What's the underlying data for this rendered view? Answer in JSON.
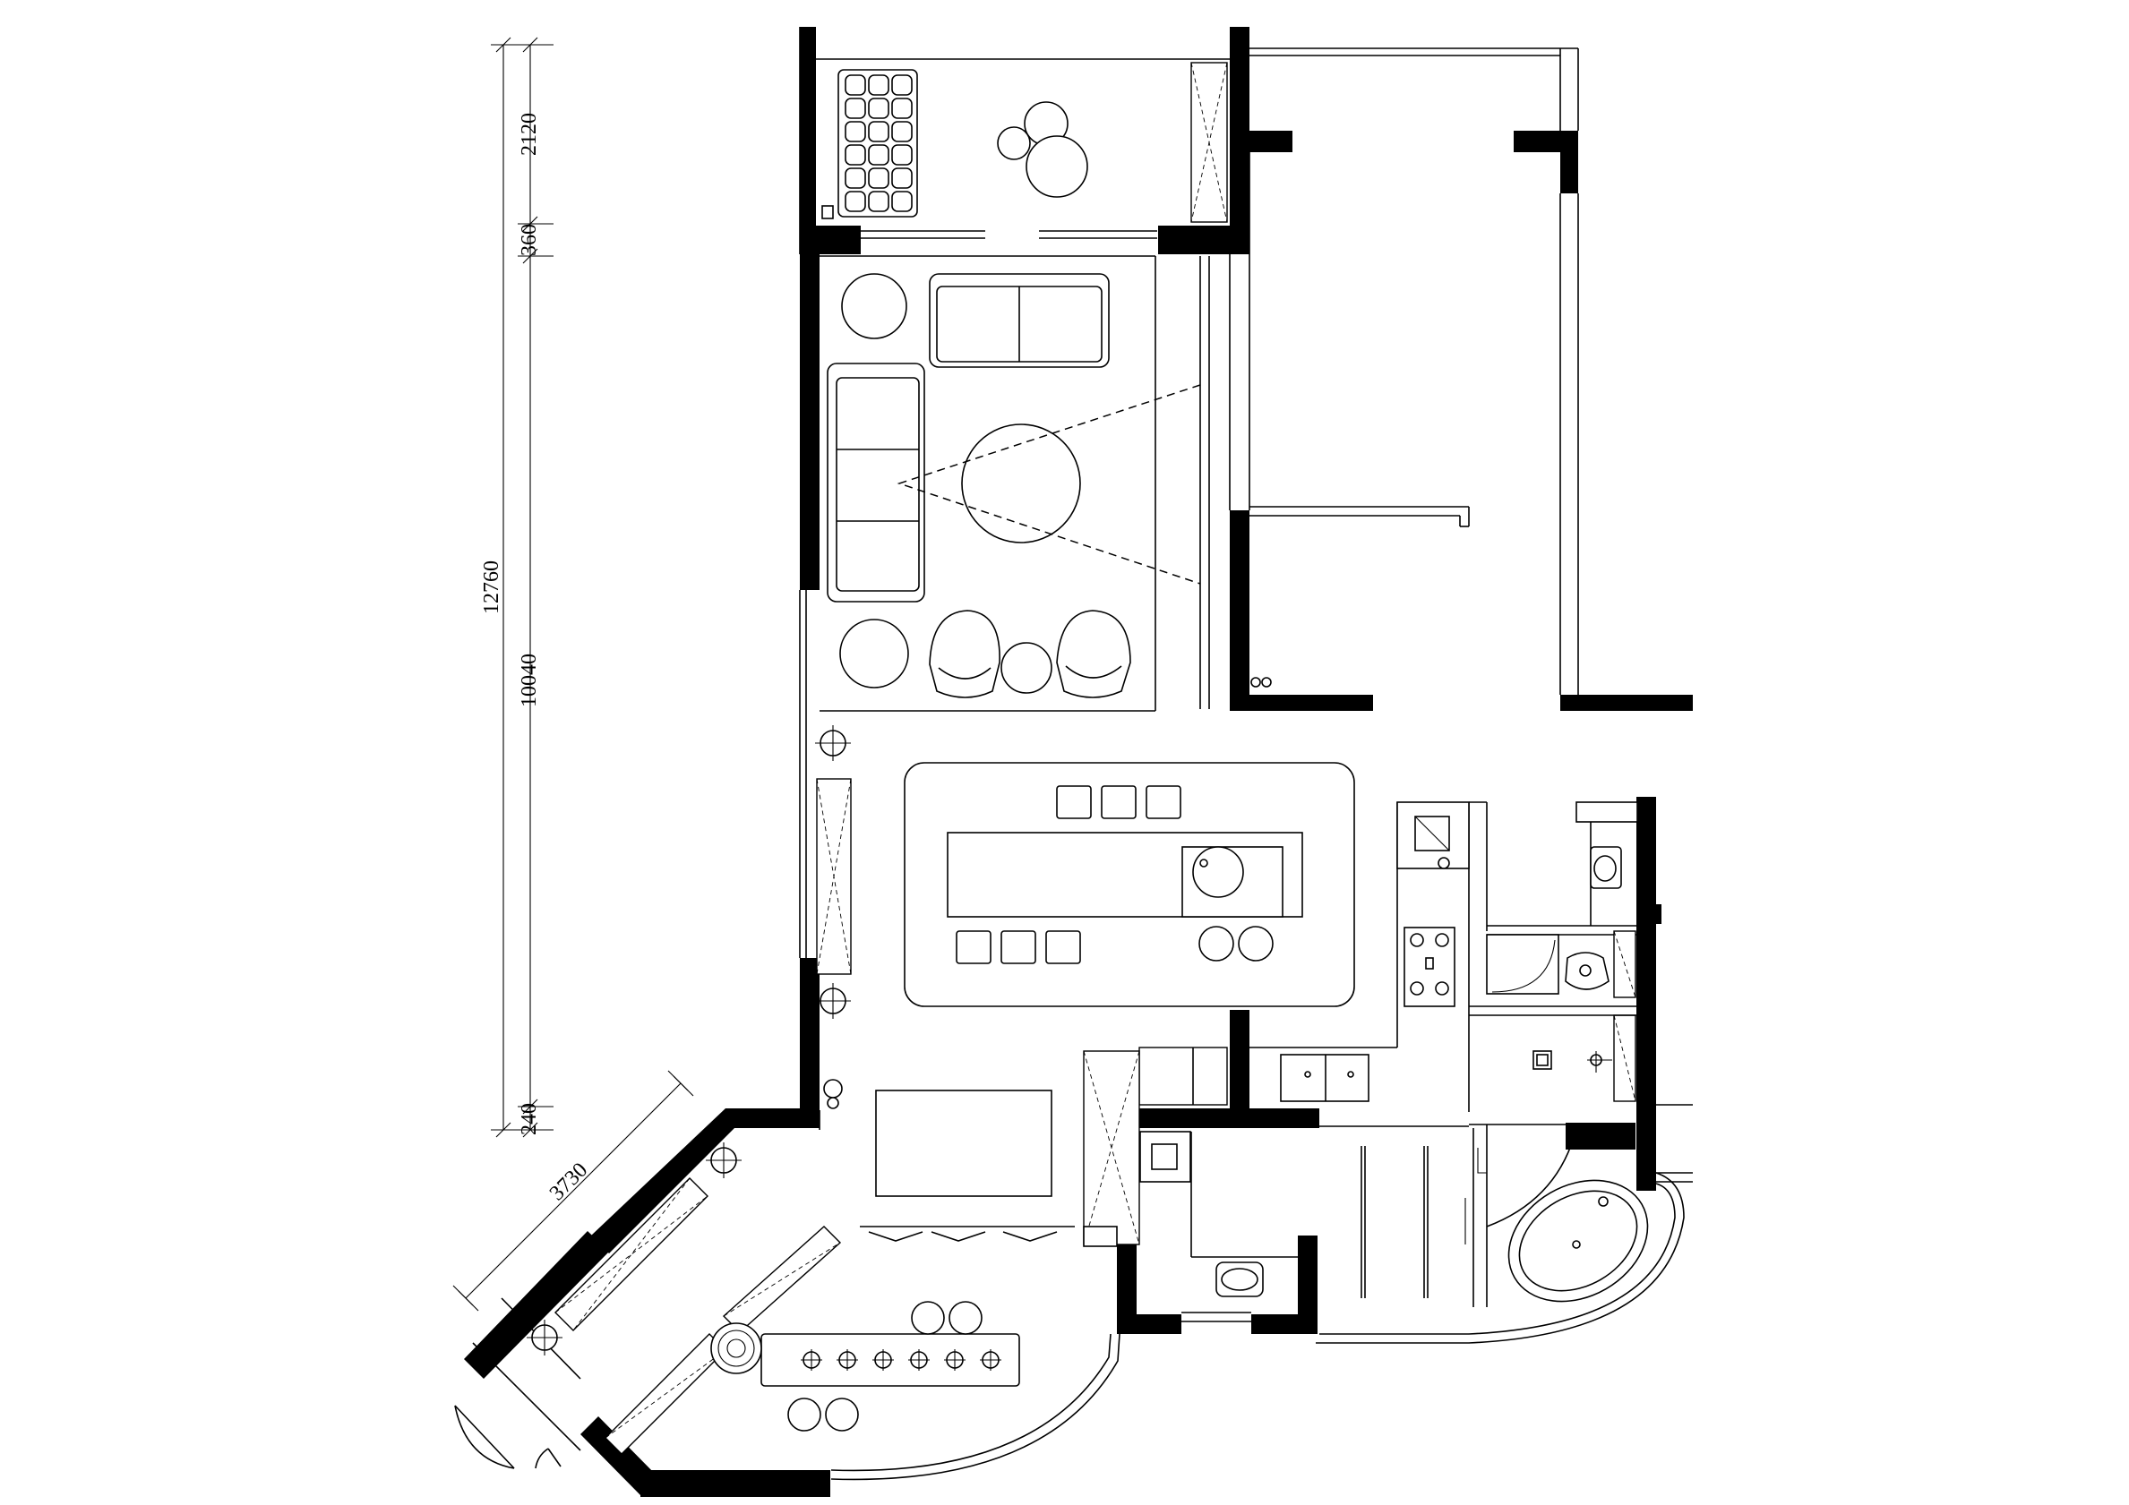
{
  "dimensions": {
    "vertical": {
      "total": "12760",
      "top": "2120",
      "upper_gap": "360",
      "main": "10040",
      "bottom": "240"
    },
    "diagonal": "3730"
  },
  "colors": {
    "wall": "#000000",
    "line": "#000000",
    "background": "#ffffff"
  }
}
